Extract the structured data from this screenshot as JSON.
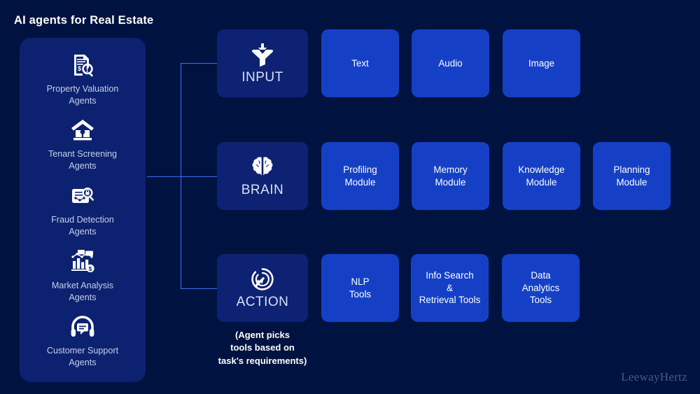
{
  "title": "AI agents for Real Estate",
  "colors": {
    "background": "#001240",
    "panel": "#0c2270",
    "accent_card": "#1540c6",
    "connector": "#3f6ff0",
    "label": "#c6cfe8",
    "watermark": "#4d5a7d"
  },
  "sidebar": {
    "items": [
      {
        "icon": "document-valuation-icon",
        "label": "Property Valuation\nAgents"
      },
      {
        "icon": "house-key-icon",
        "label": "Tenant Screening\nAgents"
      },
      {
        "icon": "fraud-lock-icon",
        "label": "Fraud Detection\nAgents"
      },
      {
        "icon": "bar-chart-dollar-icon",
        "label": "Market Analysis\nAgents"
      },
      {
        "icon": "headset-chat-icon",
        "label": "Customer Support\nAgents"
      }
    ]
  },
  "rows": [
    {
      "key": "input",
      "main": {
        "icon": "funnel-download-icon",
        "label": "INPUT"
      },
      "cards": [
        {
          "label": "Text"
        },
        {
          "label": "Audio"
        },
        {
          "label": "Image"
        }
      ]
    },
    {
      "key": "brain",
      "main": {
        "icon": "brain-icon",
        "label": "BRAIN"
      },
      "cards": [
        {
          "label": "Profiling\nModule"
        },
        {
          "label": "Memory\nModule"
        },
        {
          "label": "Knowledge\nModule"
        },
        {
          "label": "Planning\nModule"
        }
      ]
    },
    {
      "key": "action",
      "main": {
        "icon": "cursor-target-icon",
        "label": "ACTION"
      },
      "note": "(Agent picks\ntools based on\ntask's requirements)",
      "cards": [
        {
          "label": "NLP\nTools"
        },
        {
          "label": "Info Search\n&\nRetrieval Tools"
        },
        {
          "label": "Data\nAnalytics\nTools"
        }
      ]
    }
  ],
  "watermark": "LeewayHertz"
}
